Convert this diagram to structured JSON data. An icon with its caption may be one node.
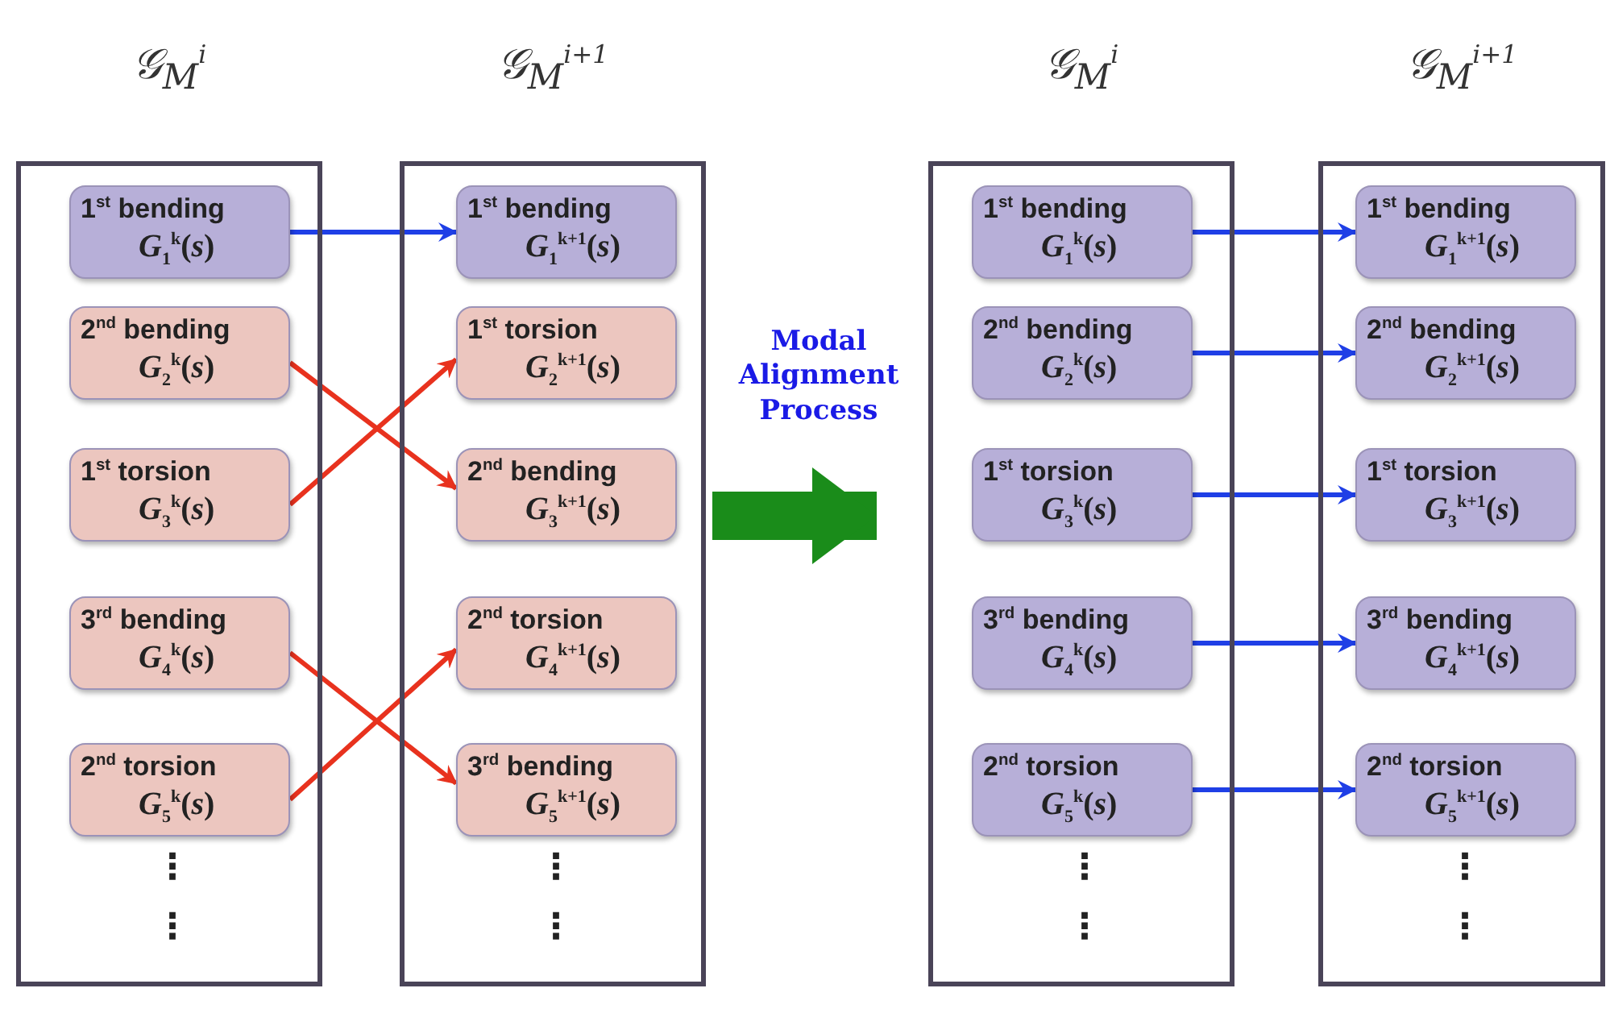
{
  "diagram": {
    "nodes": [
      {
        "text": [
          "𝒢$_{M}$$^{i}$"
        ]
      },
      {
        "text": [
          "1$^{st}$ bending",
          "*G*$_{1}$$^{k}$(*s*)"
        ],
        "in": 0
      },
      {
        "text": [
          "2$^{nd}$ bending",
          "*G*$_{2}$$^{k}$(*s*)"
        ],
        "in": 0
      },
      {
        "text": [
          "1$^{st}$ torsion",
          "*G*$_{3}$$^{k}$(*s*)"
        ],
        "in": 0
      },
      {
        "text": [
          "3$^{rd}$ bending",
          "*G*$_{4}$$^{k}$(*s*)"
        ],
        "in": 0
      },
      {
        "text": [
          "2$^{nd}$ torsion",
          "*G*$_{5}$$^{k}$(*s*)"
        ],
        "in": 0
      },
      {
        "text": [
          "𝒢$_{M}$$^{i+1}$"
        ]
      },
      {
        "text": [
          "1$^{st}$ bending",
          "*G*$_{1}$$^{k+1}$(*s*)"
        ],
        "in": 6
      },
      {
        "text": [
          "1$^{st}$ torsion",
          "*G*$_{2}$$^{k+1}$(*s*)"
        ],
        "in": 6
      },
      {
        "text": [
          "2$^{nd}$ bending",
          "*G*$_{3}$$^{k+1}$(*s*)"
        ],
        "in": 6
      },
      {
        "text": [
          "2$^{nd}$ torsion",
          "*G*$_{4}$$^{k+1}$(*s*)"
        ],
        "in": 6
      },
      {
        "text": [
          "3$^{rd}$ bending",
          "*G*$_{5}$$^{k+1}$(*s*)"
        ],
        "in": 6
      },
      {
        "text": [
          "𝒢$_{M}$$^{i}$"
        ]
      },
      {
        "text": [
          "1$^{st}$ bending",
          "*G*$_{1}$$^{k}$(*s*)"
        ],
        "in": 12
      },
      {
        "text": [
          "2$^{nd}$ bending",
          "*G*$_{2}$$^{k}$(*s*)"
        ],
        "in": 12
      },
      {
        "text": [
          "1$^{st}$ torsion",
          "*G*$_{3}$$^{k}$(*s*)"
        ],
        "in": 12
      },
      {
        "text": [
          "3$^{rd}$ bending",
          "*G*$_{4}$$^{k}$(*s*)"
        ],
        "in": 12
      },
      {
        "text": [
          "2$^{nd}$ torsion",
          "*G*$_{5}$$^{k}$(*s*)"
        ],
        "in": 12
      },
      {
        "text": [
          "𝒢$_{M}$$^{i+1}$"
        ]
      },
      {
        "text": [
          "1$^{st}$ bending",
          "*G*$_{1}$$^{k+1}$(*s*)"
        ],
        "in": 18
      },
      {
        "text": [
          "2$^{nd}$ bending",
          "*G*$_{2}$$^{k+1}$(*s*)"
        ],
        "in": 18
      },
      {
        "text": [
          "1$^{st}$ torsion",
          "*G*$_{3}$$^{k+1}$(*s*)"
        ],
        "in": 18
      },
      {
        "text": [
          "3$^{rd}$ bending",
          "*G*$_{4}$$^{k+1}$(*s*)"
        ],
        "in": 18
      },
      {
        "text": [
          "2$^{nd}$ torsion",
          "*G*$_{5}$$^{k+1}$(*s*)"
        ],
        "in": 18
      }
    ],
    "edges": [
      {
        "from": 1,
        "to": 7,
        "arrow": "to"
      },
      {
        "from": 2,
        "to": 9,
        "arrow": "to",
        "color": "#e8321e"
      },
      {
        "from": 3,
        "to": 8,
        "arrow": "to",
        "color": "#e8321e"
      },
      {
        "from": 4,
        "to": 11,
        "arrow": "to",
        "color": "#e8321e"
      },
      {
        "from": 5,
        "to": 10,
        "arrow": "to",
        "color": "#e8321e"
      },
      {
        "from": 6,
        "to": 12,
        "arrow": "to",
        "label": "Modal Alignment Process",
        "style": "thick",
        "color": "#1a8c1a"
      },
      {
        "from": 13,
        "to": 19,
        "arrow": "to"
      },
      {
        "from": 14,
        "to": 20,
        "arrow": "to"
      },
      {
        "from": 15,
        "to": 21,
        "arrow": "to"
      },
      {
        "from": 16,
        "to": 22,
        "arrow": "to"
      },
      {
        "from": 17,
        "to": 23,
        "arrow": "to"
      }
    ],
    "labels": [
      "⋮",
      "⋮",
      "⋮",
      "⋮",
      "⋮",
      "⋮",
      "⋮",
      "⋮"
    ]
  }
}
